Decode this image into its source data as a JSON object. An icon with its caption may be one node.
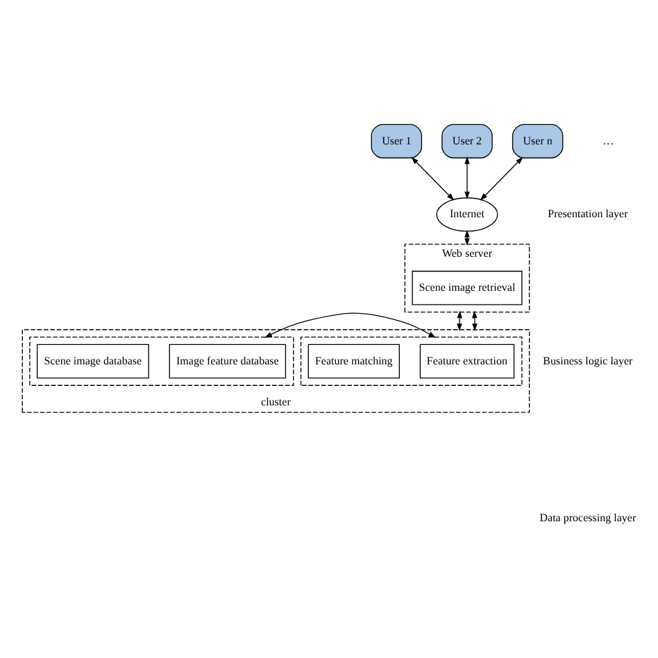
{
  "diagram": {
    "nodes": [
      {
        "text": [
          "User 1"
        ]
      },
      {
        "text": [
          "User 2"
        ]
      },
      {
        "text": [
          "User n"
        ]
      },
      {
        "text": [
          "Internet"
        ]
      },
      {
        "text": [
          "Web server"
        ]
      },
      {
        "text": [
          "Scene image retrieval"
        ],
        "in": 4
      },
      {
        "text": [
          "cluster"
        ]
      },
      {
        "text": [],
        "shape": "box",
        "in": 6
      },
      {
        "text": [
          "Feature extraction"
        ],
        "in": 7
      },
      {
        "text": [
          "Feature matching"
        ],
        "in": 7
      },
      {
        "text": [],
        "shape": "box",
        "in": 6
      },
      {
        "text": [
          "Image feature database"
        ],
        "in": 10
      },
      {
        "text": [
          "Scene image database"
        ],
        "in": 10
      }
    ],
    "edges": [
      {
        "from": 0,
        "to": 3,
        "arrow": "both"
      },
      {
        "from": 1,
        "to": 3,
        "arrow": "both"
      },
      {
        "from": 2,
        "to": 3,
        "arrow": "both"
      },
      {
        "from": 3,
        "to": 4,
        "arrow": "both"
      },
      {
        "from": 4,
        "to": 6,
        "arrow": "both"
      },
      {
        "from": 4,
        "to": 6,
        "arrow": "both"
      },
      {
        "from": 7,
        "to": 10,
        "arrow": "both"
      }
    ],
    "labels": [
      "…",
      "Presentation layer",
      "Business logic layer",
      "Data processing layer"
    ]
  }
}
